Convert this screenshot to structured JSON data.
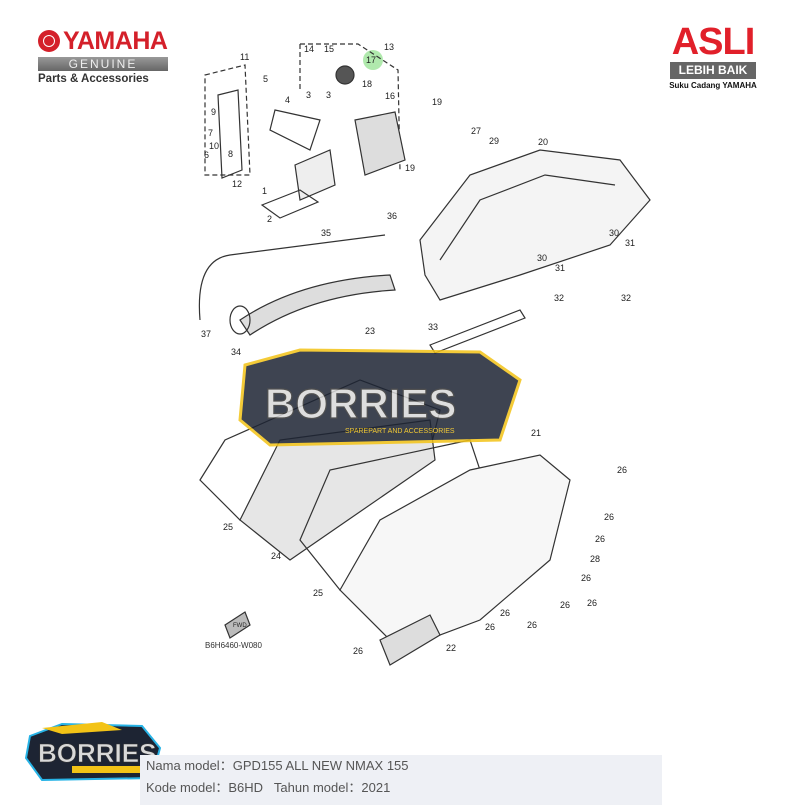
{
  "brand": {
    "name": "YAMAHA",
    "genuine": "GENUINE",
    "tagline": "Parts & Accessories"
  },
  "badge": {
    "title": "ASLI",
    "subtitle": "LEBIH BAIK",
    "caption": "Suku Cadang YAMAHA"
  },
  "watermark": {
    "name": "BORRIES",
    "tagline": "SPAREPART AND ACCESSORIES"
  },
  "diagram": {
    "code": "B6H6460-W080",
    "callouts": [
      "11",
      "14",
      "15",
      "13",
      "17",
      "5",
      "18",
      "16",
      "4",
      "3",
      "3",
      "19",
      "9",
      "7",
      "10",
      "6",
      "8",
      "12",
      "1",
      "2",
      "19",
      "27",
      "29",
      "20",
      "36",
      "35",
      "30",
      "31",
      "30",
      "31",
      "32",
      "32",
      "37",
      "34",
      "23",
      "33",
      "21",
      "26",
      "26",
      "25",
      "24",
      "26",
      "28",
      "26",
      "25",
      "26",
      "26",
      "26",
      "26",
      "26",
      "22",
      "26"
    ]
  },
  "info": {
    "model_name_label": "Nama model：",
    "model_name": "GPD155 ALL NEW NMAX 155",
    "model_code_label": "Kode model：",
    "model_code": "B6HD",
    "year_label": "Tahun model：",
    "year": "2021"
  },
  "colors": {
    "yamaha_red": "#d4202a",
    "highlight": "#8ee08a",
    "watermark_yellow": "#f3c316",
    "watermark_blue": "#27b3e6"
  }
}
